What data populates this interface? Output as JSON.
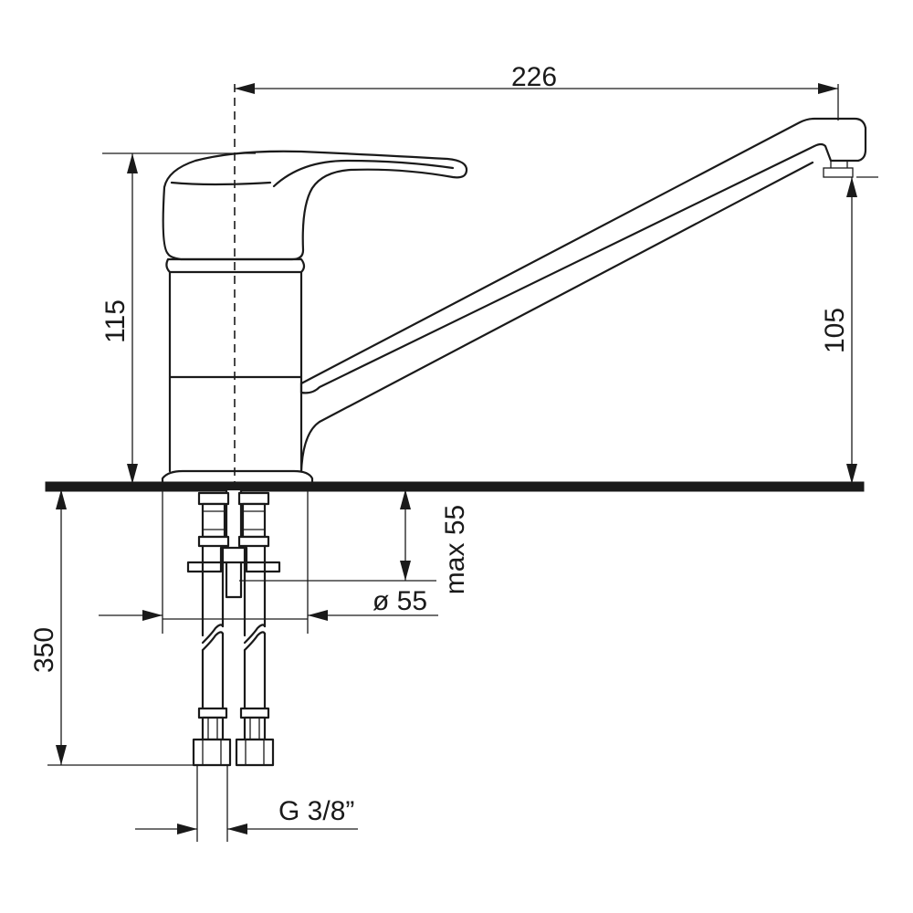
{
  "dimensions": {
    "spout_reach": "226",
    "body_height": "115",
    "spout_height": "105",
    "hose_length": "350",
    "max_thickness": "max 55",
    "mount_diameter": "ø 55",
    "connection_thread": "G 3/8”"
  }
}
